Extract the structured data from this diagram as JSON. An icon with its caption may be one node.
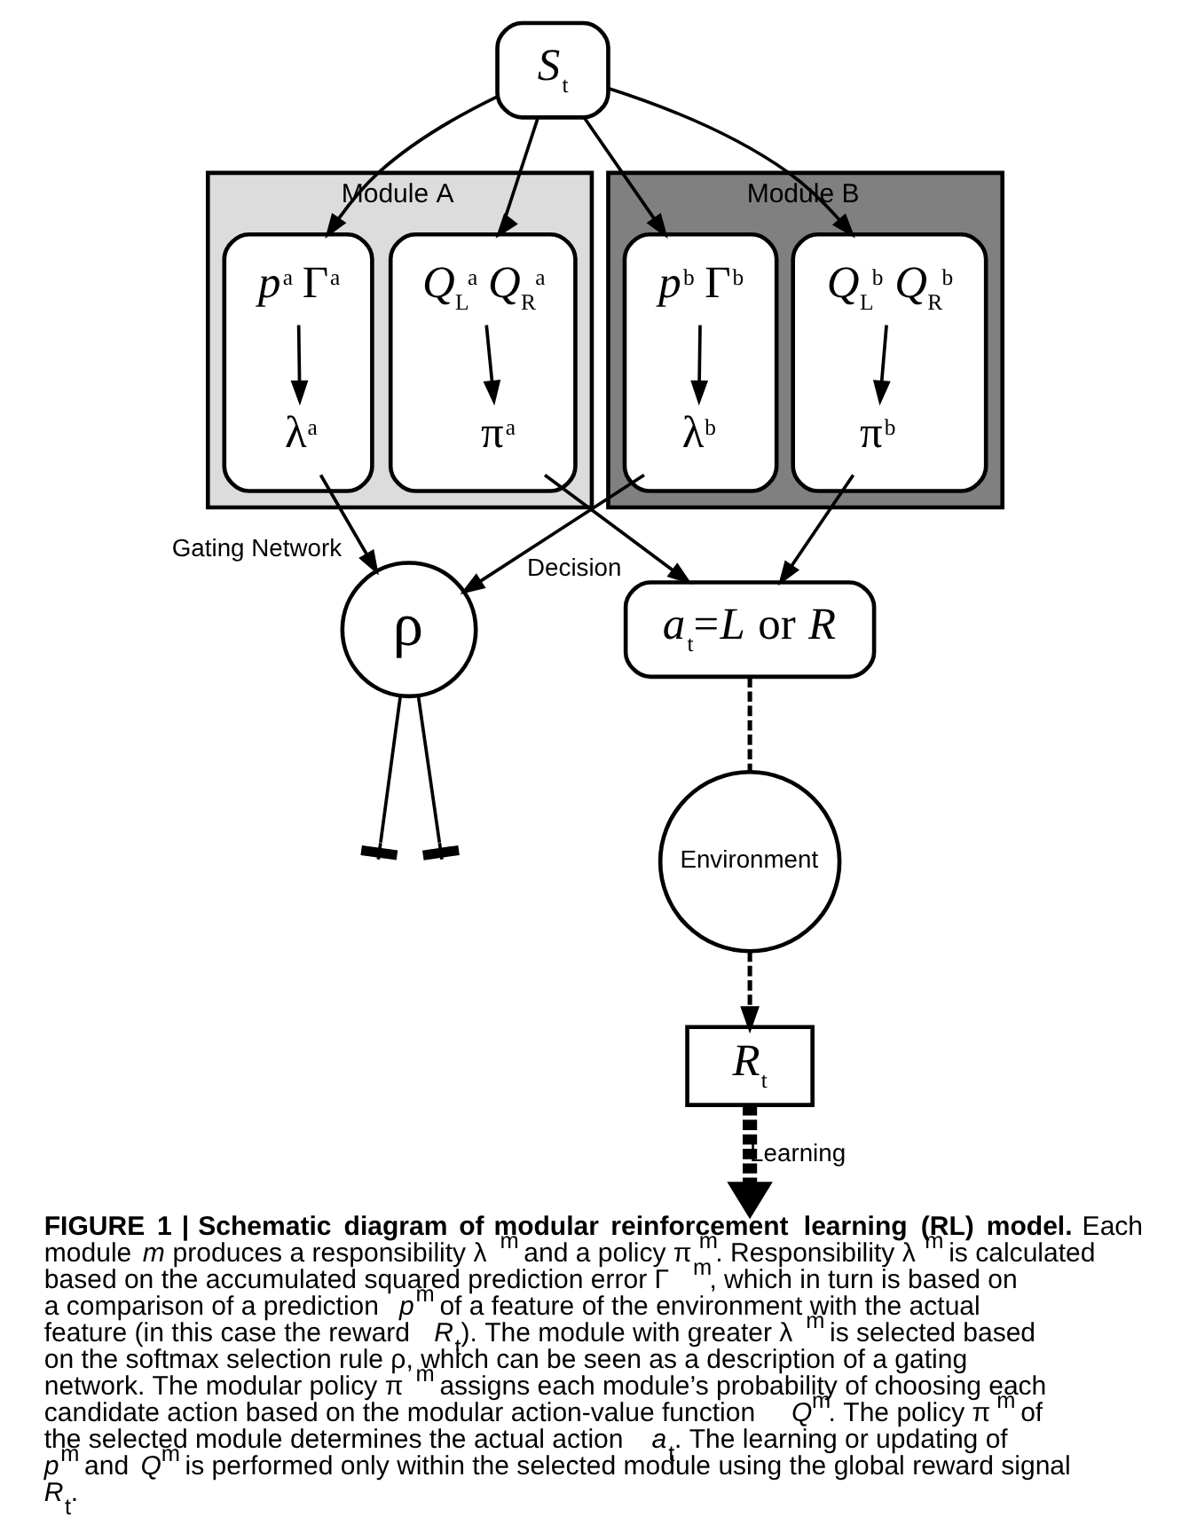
{
  "diagram": {
    "caption": "**FIGURE 1 | Schematic diagram of modular reinforcement learning (RL) model.** Each module *m* produces a responsibility λ$^{m}$ and a policy π$^{m}$. Responsibility λ$^{m}$ is calculated based on the accumulated squared prediction error Γ$^{m}$, which in turn is based on a comparison of a prediction *p*$^{m}$ of a feature of the environment with the actual feature (in this case the reward *R*$_{t}$). The module with greater λ$^{m}$ is selected based on the softmax selection rule ρ, which can be seen as a description of a gating network. The modular policy π$^{m}$ assigns each module’s probability of choosing each candidate action based on the modular action-value function *Q*$^{m}$. The policy π$^{m}$ of the selected module determines the actual action *a*$_{t}$. The learning or updating of *p*$^{m}$ and *Q*$^{m}$ is performed only within the selected module using the global reward signal *R*$_{t}$.",
    "nodes": [
      {
        "text": [
          "*S*$_{t}$"
        ]
      },
      {
        "text": [
          "Module A"
        ]
      },
      {
        "text": [],
        "shape": "box",
        "in": 1
      },
      {
        "text": [
          "*p*$^{a}$ Γ$^{a}$"
        ],
        "in": 2
      },
      {
        "text": [
          "λ$^{a}$"
        ],
        "in": 2
      },
      {
        "text": [],
        "shape": "box",
        "in": 1
      },
      {
        "text": [
          "*Q*$_{L}$$^{a}$ *Q*$_{R}$$^{a}$"
        ],
        "in": 5
      },
      {
        "text": [
          "π$^{a}$"
        ],
        "in": 5
      },
      {
        "text": [
          "Module B"
        ]
      },
      {
        "text": [],
        "shape": "box",
        "in": 8
      },
      {
        "text": [
          "*p*$^{b}$ Γ$^{b}$"
        ],
        "in": 9
      },
      {
        "text": [
          "λ$^{b}$"
        ],
        "in": 9
      },
      {
        "text": [],
        "shape": "box",
        "in": 8
      },
      {
        "text": [
          "*Q*$_{L}$$^{b}$ *Q*$_{R}$$^{b}$"
        ],
        "in": 12
      },
      {
        "text": [
          "π$^{b}$"
        ],
        "in": 12
      },
      {
        "text": [
          "ρ"
        ],
        "beside": [
          "Gating Network"
        ]
      },
      {
        "text": [
          "*a*$_{t}$=*L* or *R*"
        ],
        "beside": [
          "Decision"
        ]
      },
      {
        "text": [
          "Environment"
        ]
      },
      {
        "text": [
          "*R*$_{t}$"
        ]
      }
    ],
    "edges": [
      {
        "from": 0,
        "to": 2,
        "arrow": "to"
      },
      {
        "from": 0,
        "to": 5,
        "arrow": "to"
      },
      {
        "from": 0,
        "to": 9,
        "arrow": "to"
      },
      {
        "from": 0,
        "to": 12,
        "arrow": "to"
      },
      {
        "from": 3,
        "to": 4,
        "arrow": "to"
      },
      {
        "from": 6,
        "to": 7,
        "arrow": "to"
      },
      {
        "from": 10,
        "to": 11,
        "arrow": "to"
      },
      {
        "from": 13,
        "to": 14,
        "arrow": "to"
      },
      {
        "from": 4,
        "to": 15,
        "arrow": "to"
      },
      {
        "from": 11,
        "to": 15,
        "arrow": "to"
      },
      {
        "from": 15,
        "to": null,
        "arrow": "other"
      },
      {
        "from": 15,
        "to": null,
        "arrow": "other"
      },
      {
        "from": 7,
        "to": 16,
        "arrow": "to"
      },
      {
        "from": 14,
        "to": 16,
        "arrow": "to"
      },
      {
        "from": 16,
        "to": 17,
        "arrow": "none",
        "style": "dashed"
      },
      {
        "from": 17,
        "to": 18,
        "arrow": "to",
        "style": "dashed"
      },
      {
        "from": 18,
        "to": null,
        "arrow": "to",
        "style": "dashed",
        "label": "Learning"
      }
    ]
  }
}
